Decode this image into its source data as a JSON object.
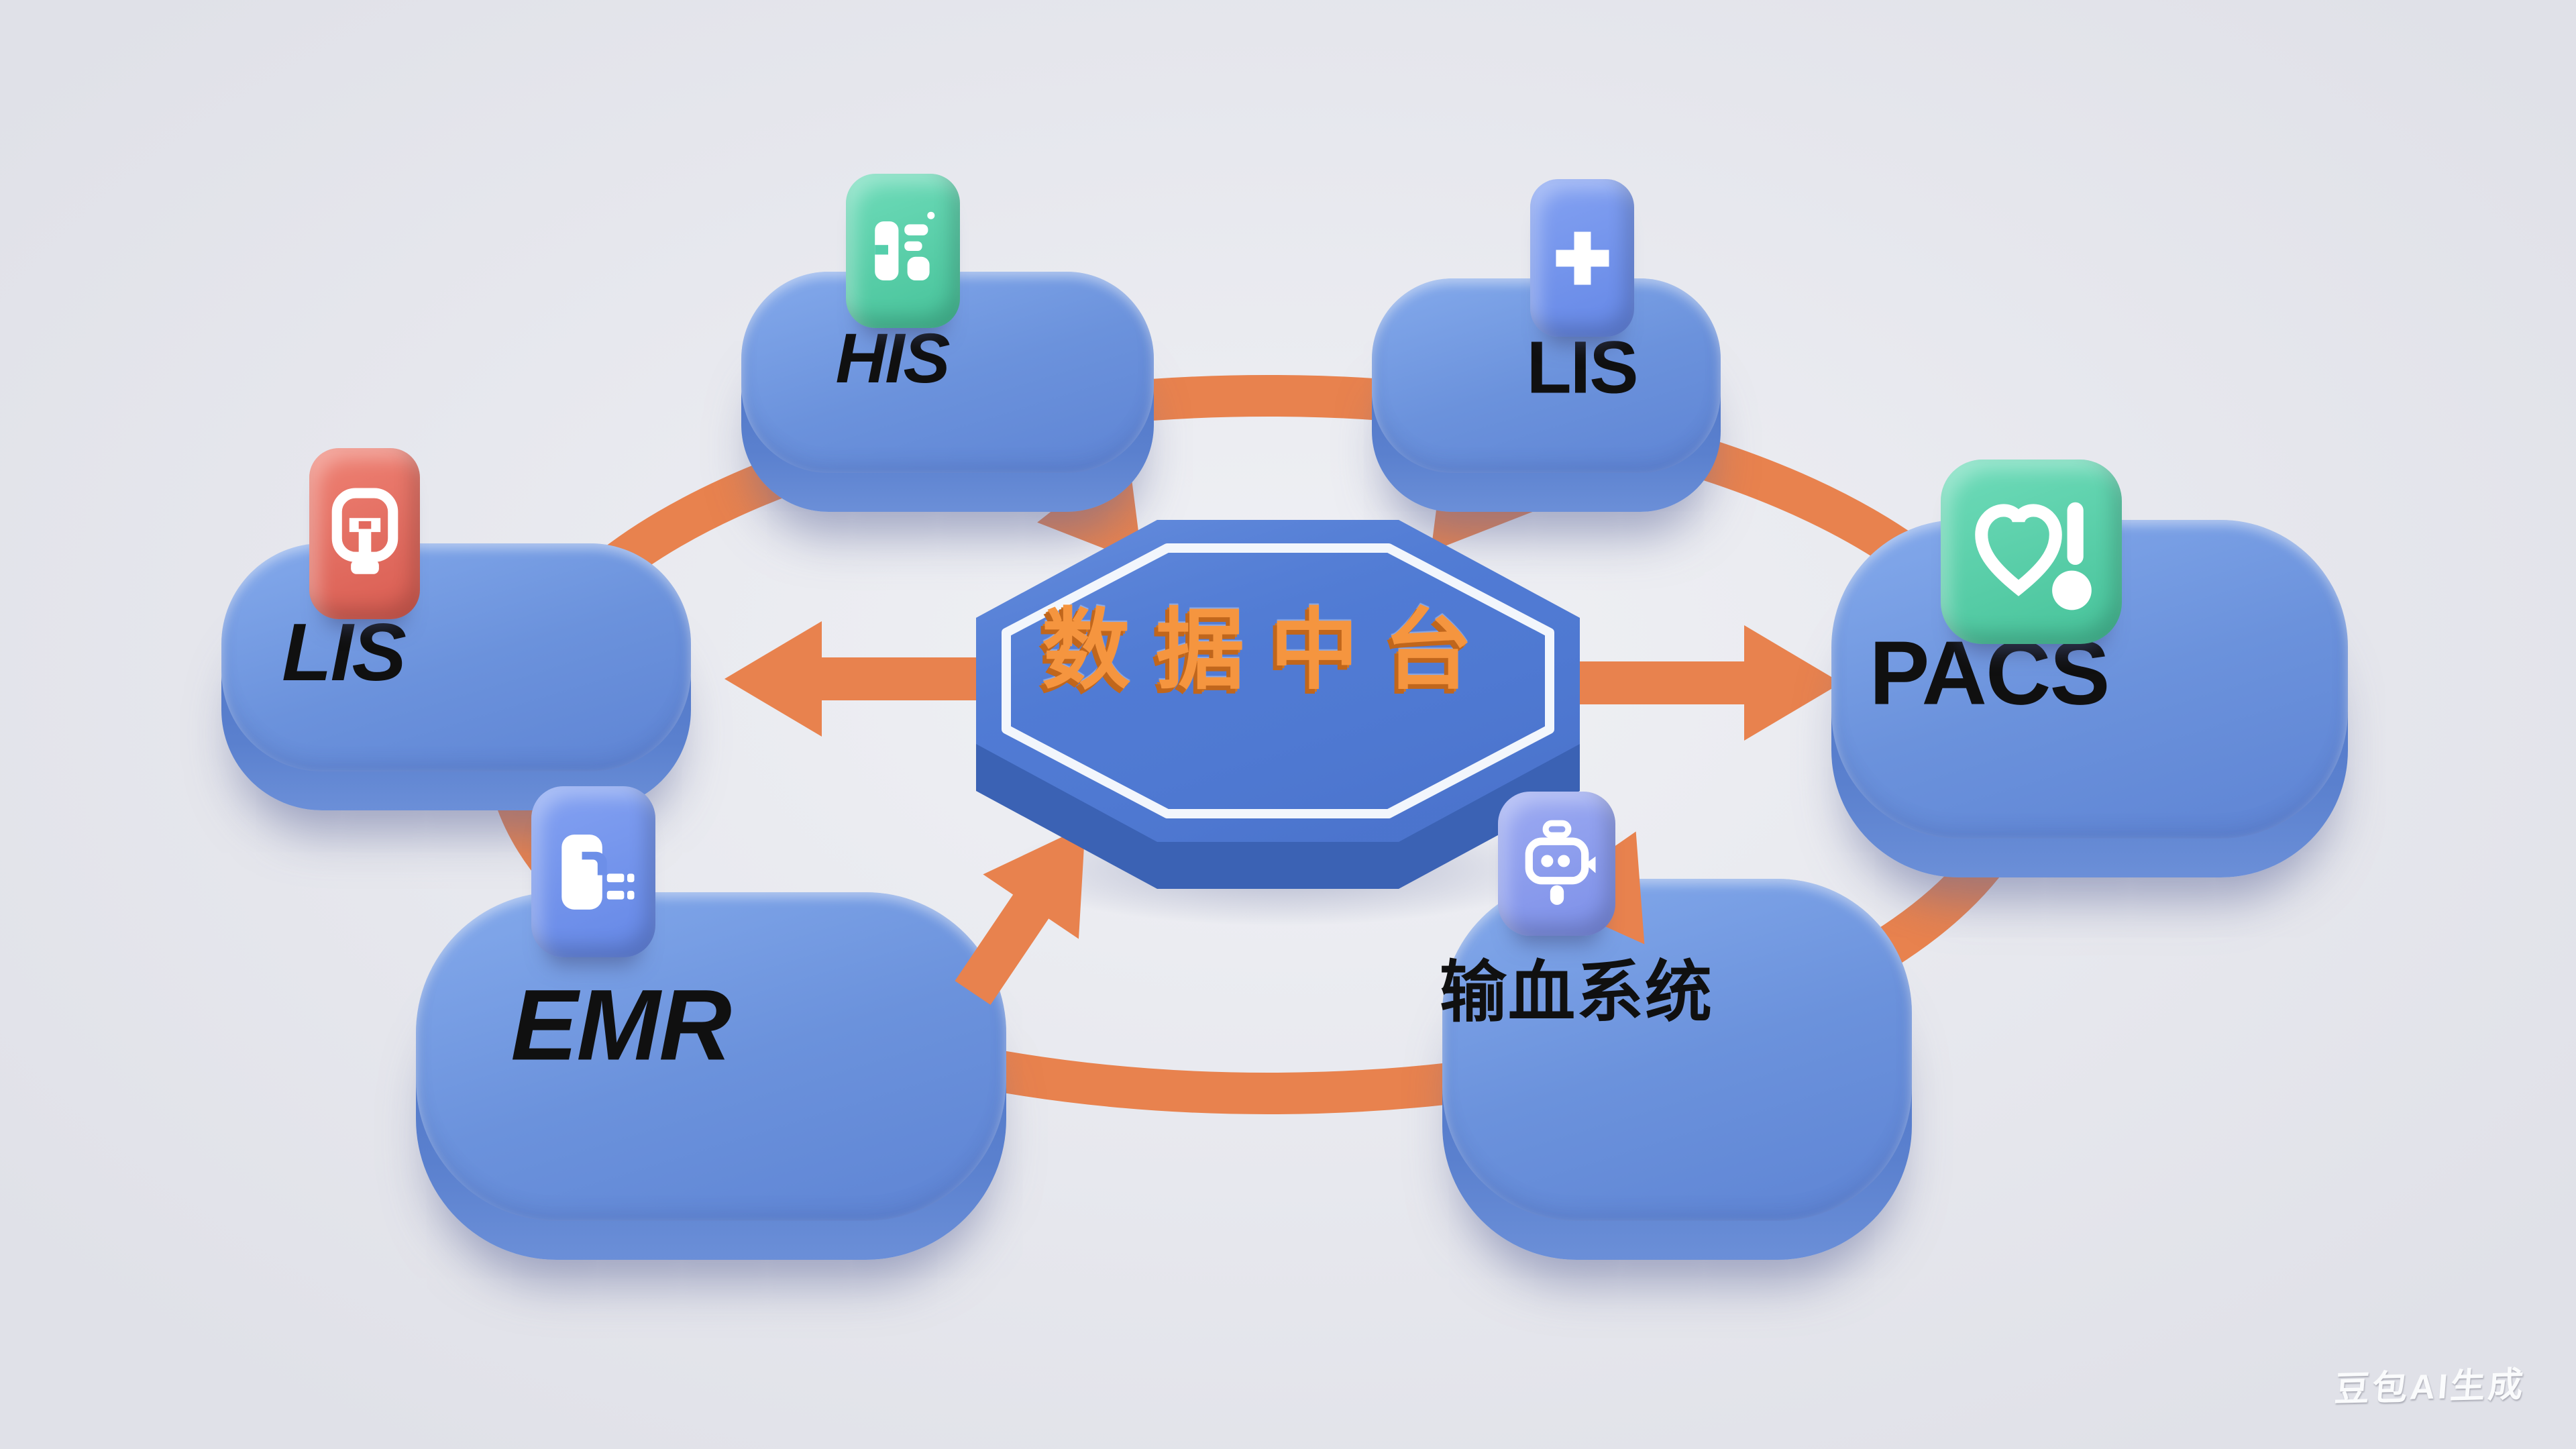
{
  "diagram_type": "hub-and-spoke",
  "center": {
    "label": "数据中台",
    "shape": "octagon",
    "fill": "#4E79D6",
    "label_color": "#F5953F",
    "border_color": "#F2F6FC"
  },
  "nodes": [
    {
      "label": "HIS",
      "icon": "circuit-chip-icon",
      "icon_color": "#59D1AE",
      "position": "top-left",
      "flow": "into-center"
    },
    {
      "label": "LIS",
      "icon": "medical-cross-icon",
      "icon_color": "#7193EA",
      "position": "top-right",
      "flow": "into-center"
    },
    {
      "label": "LIS",
      "icon": "zhong-seal-icon",
      "icon_color": "#E36B60",
      "position": "left",
      "flow": "out-of-center"
    },
    {
      "label": "PACS",
      "icon": "heart-stethoscope-icon",
      "icon_color": "#59D1AE",
      "position": "right",
      "flow": "out-of-center"
    },
    {
      "label": "EMR",
      "icon": "medical-record-icon",
      "icon_color": "#7193EA",
      "position": "bottom-left",
      "flow": "into-center"
    },
    {
      "label": "输血系统",
      "icon": "robot-chat-icon",
      "icon_color": "#8FA0EE",
      "position": "bottom-right",
      "flow": "out-of-center"
    }
  ],
  "colors": {
    "arrow": "#E8824E",
    "ring": "#E8824E",
    "platform": "#6E95DF",
    "background": "#E7E8EE",
    "label": "#101010"
  },
  "watermark": "豆包AI生成"
}
